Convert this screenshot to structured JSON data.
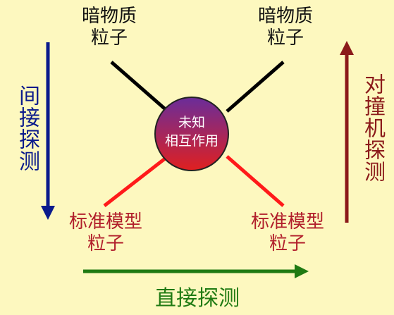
{
  "dark_matter_left": {
    "line1": "暗物质",
    "line2": "粒子"
  },
  "dark_matter_right": {
    "line1": "暗物质",
    "line2": "粒子"
  },
  "sm_left": {
    "line1": "标准模型",
    "line2": "粒子"
  },
  "sm_right": {
    "line1": "标准模型",
    "line2": "粒子"
  },
  "center": {
    "line1": "未知",
    "line2": "相互作用"
  },
  "indirect": "间接探测",
  "collider": "对撞机探测",
  "direct": "直接探测",
  "colors": {
    "background": "#fdf8bf",
    "indirect": "#0a1a8c",
    "collider": "#8b1a1a",
    "direct": "#1f7a12",
    "standard_model": "#b11e2b",
    "dark_matter_line": "#000000",
    "sm_line": "#ff1a1a",
    "vertex_top": "#6a2d9a",
    "vertex_bottom": "#e02020"
  }
}
